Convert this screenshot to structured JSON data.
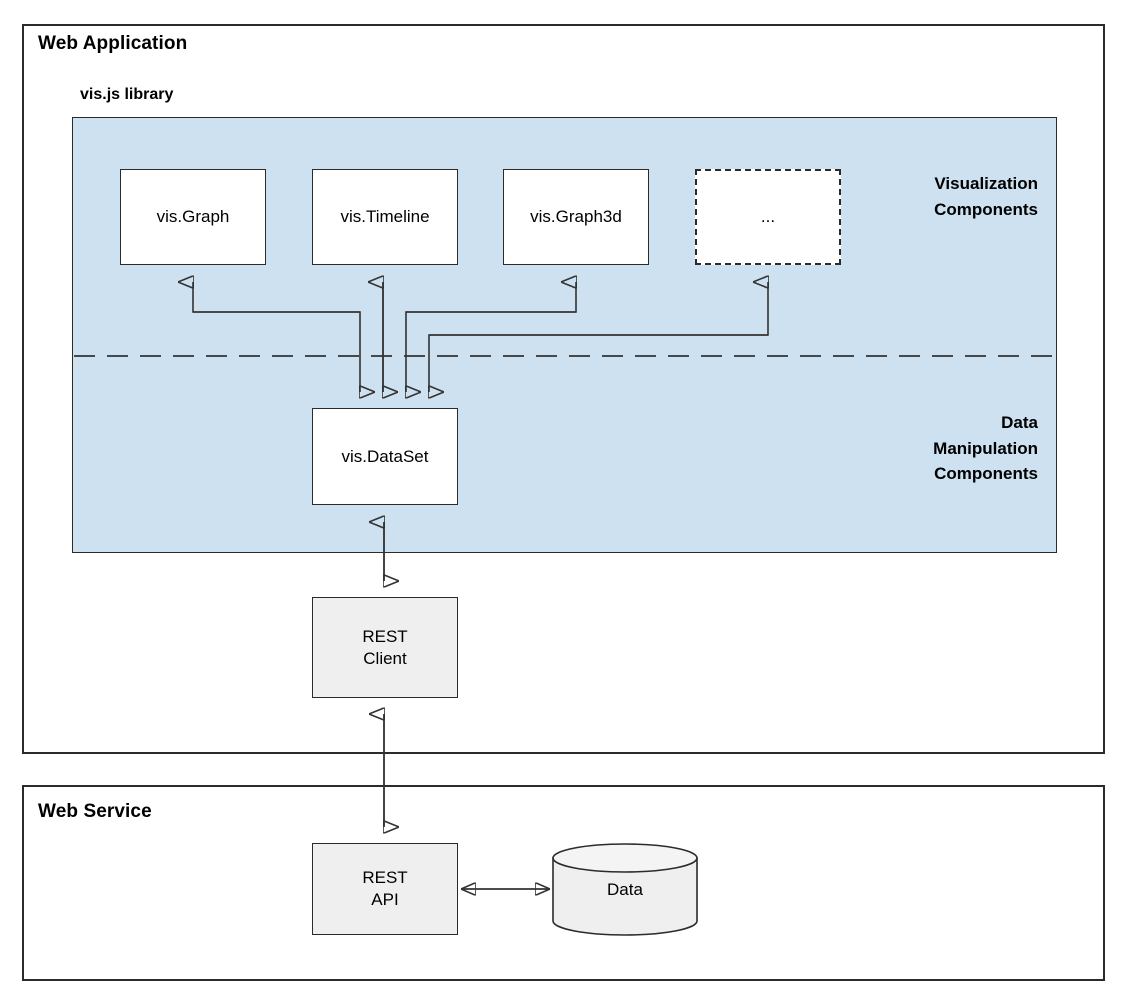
{
  "panels": {
    "web_application": {
      "title": "Web Application"
    },
    "web_service": {
      "title": "Web Service"
    },
    "library": {
      "title": "vis.js library"
    }
  },
  "zone_labels": {
    "visualization": "Visualization\nComponents",
    "data_manipulation": "Data\nManipulation\nComponents"
  },
  "nodes": {
    "vis_graph": "vis.Graph",
    "vis_timeline": "vis.Timeline",
    "vis_graph3d": "vis.Graph3d",
    "ellipsis": "...",
    "vis_dataset": "vis.DataSet",
    "rest_client": "REST\nClient",
    "rest_api": "REST\nAPI",
    "data_store": "Data"
  },
  "colors": {
    "library_fill": "#cde1f0",
    "node_fill": "#ffffff",
    "grey_fill": "#efefef",
    "stroke": "#2b2b2b",
    "wire": "#333333"
  }
}
